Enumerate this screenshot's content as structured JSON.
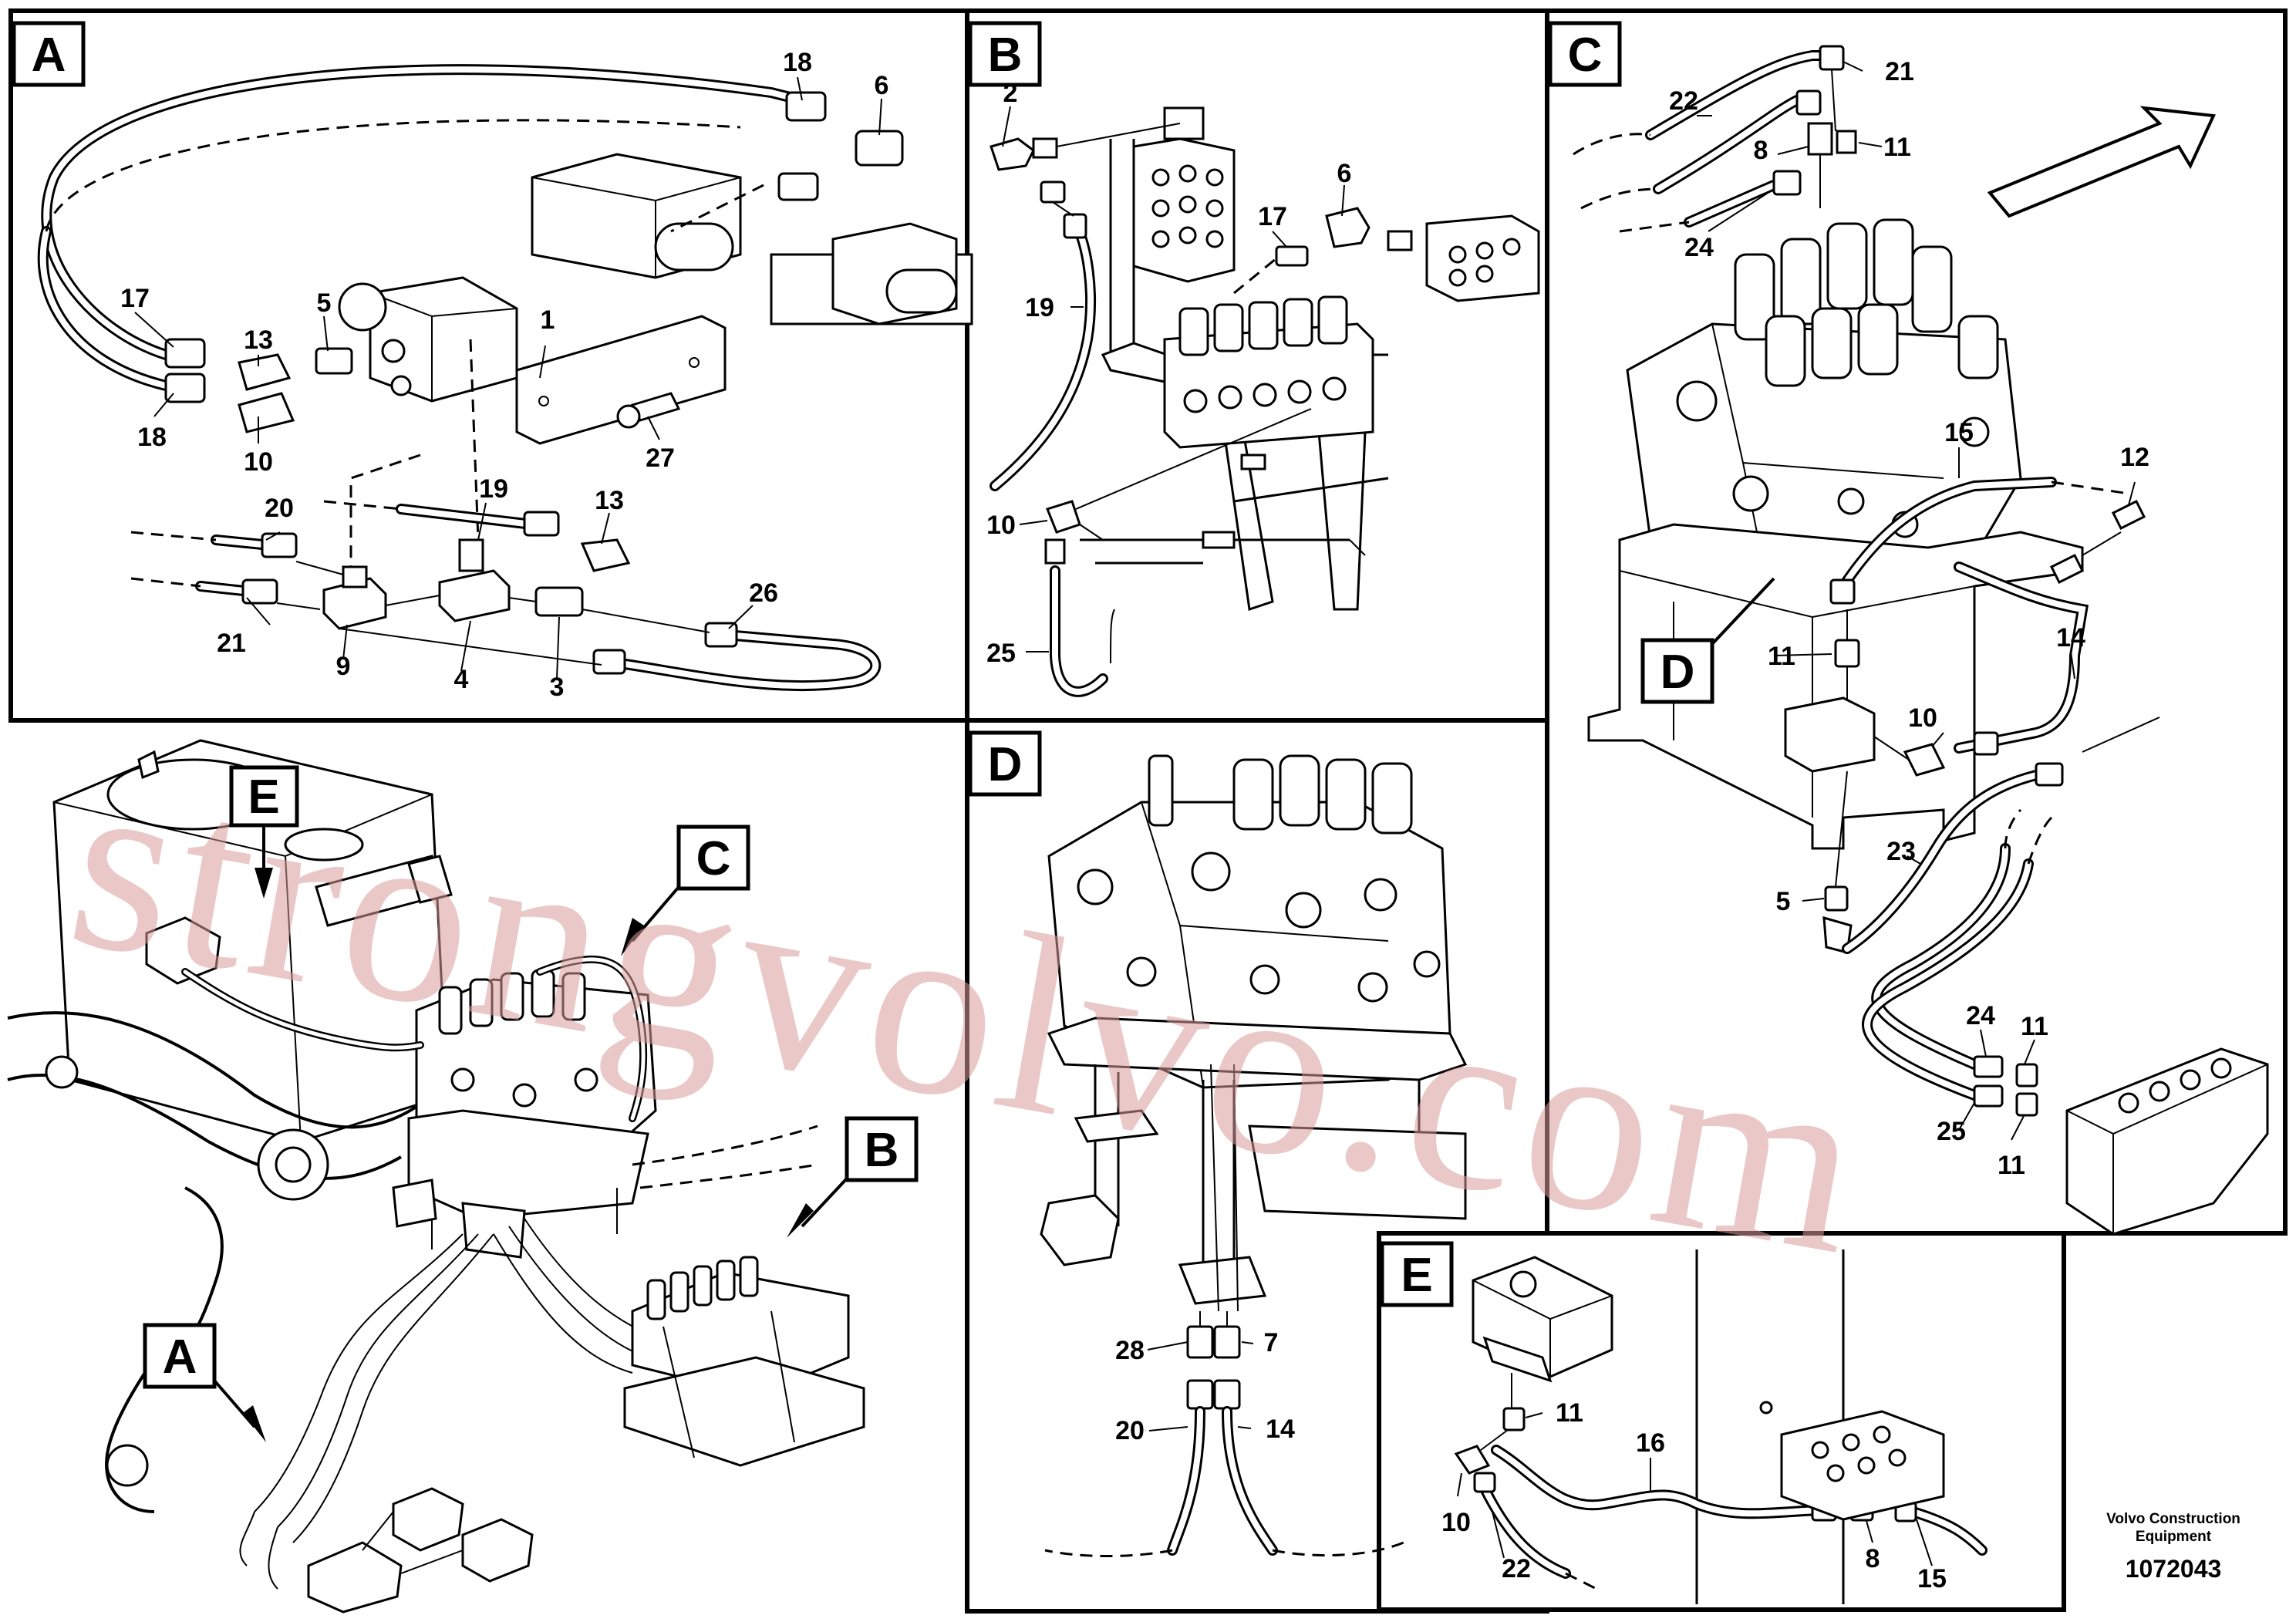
{
  "watermark": "strongvolvo.com",
  "panels": {
    "A": {
      "letter": "A",
      "labels": [
        "18",
        "6",
        "5",
        "17",
        "13",
        "1",
        "18",
        "10",
        "27",
        "19",
        "13",
        "20",
        "26",
        "21",
        "9",
        "4",
        "3"
      ]
    },
    "B": {
      "letter": "B",
      "labels": [
        "2",
        "6",
        "17",
        "19",
        "10",
        "25"
      ]
    },
    "C": {
      "letter": "C",
      "callout": "D",
      "labels": [
        "21",
        "22",
        "8",
        "11",
        "24",
        "15",
        "12",
        "11",
        "14",
        "10",
        "23",
        "5",
        "24",
        "11",
        "25",
        "11"
      ]
    },
    "D": {
      "letter": "D",
      "labels": [
        "28",
        "7",
        "20",
        "14"
      ]
    },
    "E": {
      "letter": "E",
      "labels": [
        "11",
        "16",
        "10",
        "22",
        "8",
        "15"
      ]
    },
    "overview": {
      "callouts": [
        "E",
        "C",
        "B",
        "A"
      ]
    }
  },
  "footer": {
    "company_line1": "Volvo Construction",
    "company_line2": "Equipment",
    "drawing_number": "1072043"
  }
}
